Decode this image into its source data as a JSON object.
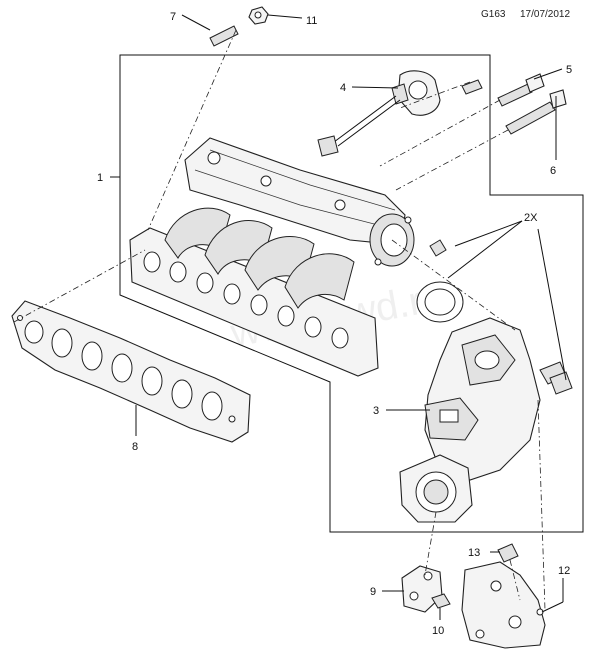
{
  "header": {
    "code": "G163",
    "date": "17/07/2012"
  },
  "watermark": "www.gwd.ru",
  "callouts": {
    "c1": "1",
    "c2x": "2X",
    "c3": "3",
    "c4": "4",
    "c5": "5",
    "c6": "6",
    "c7": "7",
    "c8": "8",
    "c9": "9",
    "c10": "10",
    "c11": "11",
    "c12": "12",
    "c13": "13"
  }
}
